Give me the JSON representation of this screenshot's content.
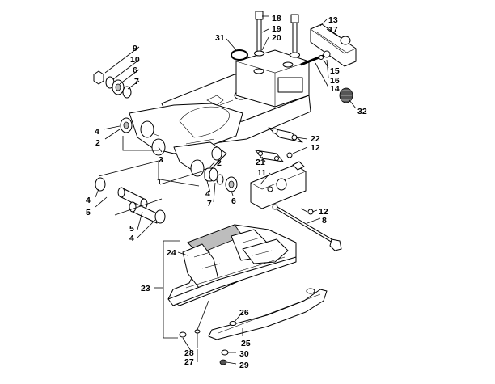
{
  "diagram": {
    "callouts": [
      {
        "id": "c1",
        "text": "1"
      },
      {
        "id": "c2a",
        "text": "2"
      },
      {
        "id": "c2b",
        "text": "2"
      },
      {
        "id": "c3",
        "text": "3"
      },
      {
        "id": "c4a",
        "text": "4"
      },
      {
        "id": "c4b",
        "text": "4"
      },
      {
        "id": "c4c",
        "text": "4"
      },
      {
        "id": "c4d",
        "text": "4"
      },
      {
        "id": "c5a",
        "text": "5"
      },
      {
        "id": "c5b",
        "text": "5"
      },
      {
        "id": "c6a",
        "text": "6"
      },
      {
        "id": "c6b",
        "text": "6"
      },
      {
        "id": "c7a",
        "text": "7"
      },
      {
        "id": "c7b",
        "text": "7"
      },
      {
        "id": "c8",
        "text": "8"
      },
      {
        "id": "c9",
        "text": "9"
      },
      {
        "id": "c10",
        "text": "10"
      },
      {
        "id": "c11",
        "text": "11"
      },
      {
        "id": "c12a",
        "text": "12"
      },
      {
        "id": "c12b",
        "text": "12"
      },
      {
        "id": "c13",
        "text": "13"
      },
      {
        "id": "c14",
        "text": "14"
      },
      {
        "id": "c15",
        "text": "15"
      },
      {
        "id": "c16",
        "text": "16"
      },
      {
        "id": "c17",
        "text": "17"
      },
      {
        "id": "c18",
        "text": "18"
      },
      {
        "id": "c19",
        "text": "19"
      },
      {
        "id": "c20",
        "text": "20"
      },
      {
        "id": "c21",
        "text": "21"
      },
      {
        "id": "c22",
        "text": "22"
      },
      {
        "id": "c23",
        "text": "23"
      },
      {
        "id": "c24",
        "text": "24"
      },
      {
        "id": "c25",
        "text": "25"
      },
      {
        "id": "c26",
        "text": "26"
      },
      {
        "id": "c27",
        "text": "27"
      },
      {
        "id": "c28",
        "text": "28"
      },
      {
        "id": "c29",
        "text": "29"
      },
      {
        "id": "c30",
        "text": "30"
      },
      {
        "id": "c31",
        "text": "31"
      },
      {
        "id": "c32",
        "text": "32"
      }
    ]
  }
}
